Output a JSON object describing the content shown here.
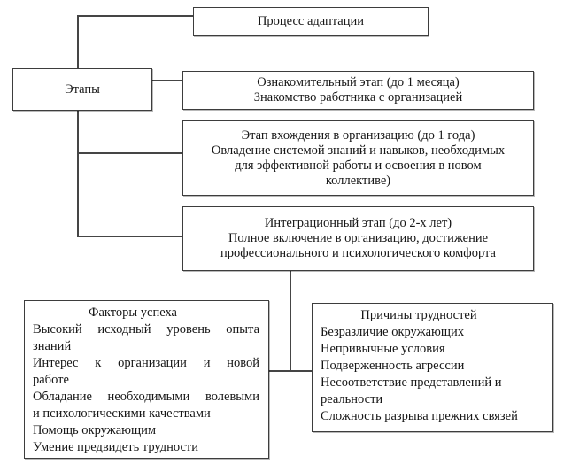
{
  "diagram": {
    "root_label": "Процесс адаптации",
    "stages_label": "Этапы",
    "stages": [
      {
        "lines": [
          "Ознакомительный этап (до 1 месяца)",
          "Знакомство работника с организацией"
        ]
      },
      {
        "lines": [
          "Этап вхождения в организацию (до 1 года)",
          "Овладение системой знаний и навыков, необходимых",
          "для эффективной работы и освоения в новом",
          "коллективе)"
        ]
      },
      {
        "lines": [
          "Интеграционный этап (до 2-х лет)",
          "Полное включение в организацию, достижение",
          "профессионального и психологического комфорта"
        ]
      }
    ],
    "success_factors": {
      "title": "Факторы успеха",
      "lines": [
        {
          "text": "Высокий исходный уровень опыта",
          "justify": true
        },
        {
          "text": "знаний",
          "justify": false
        },
        {
          "text": "Интерес к организации и новой",
          "justify": true
        },
        {
          "text": "работе",
          "justify": false
        },
        {
          "text": "Обладание необходимыми волевыми",
          "justify": true
        },
        {
          "text": "и психологическими качествами",
          "justify": false
        },
        {
          "text": "Помощь окружающим",
          "justify": false
        },
        {
          "text": "Умение предвидеть трудности",
          "justify": false
        }
      ]
    },
    "difficulty_causes": {
      "title": "Причины трудностей",
      "lines": [
        {
          "text": "Безразличие окружающих",
          "justify": false
        },
        {
          "text": "Непривычные условия",
          "justify": false
        },
        {
          "text": "Подверженность агрессии",
          "justify": false
        },
        {
          "text": "Несоответствие представлений и",
          "justify": false
        },
        {
          "text": "реальности",
          "justify": false
        },
        {
          "text": "Сложность разрыва прежних связей",
          "justify": false
        }
      ]
    }
  },
  "colors": {
    "background": "#ffffff",
    "box_border": "#3d3d3d",
    "box_shadow": "#9a9a9a",
    "connector_line": "#454545",
    "text": "#161616"
  }
}
